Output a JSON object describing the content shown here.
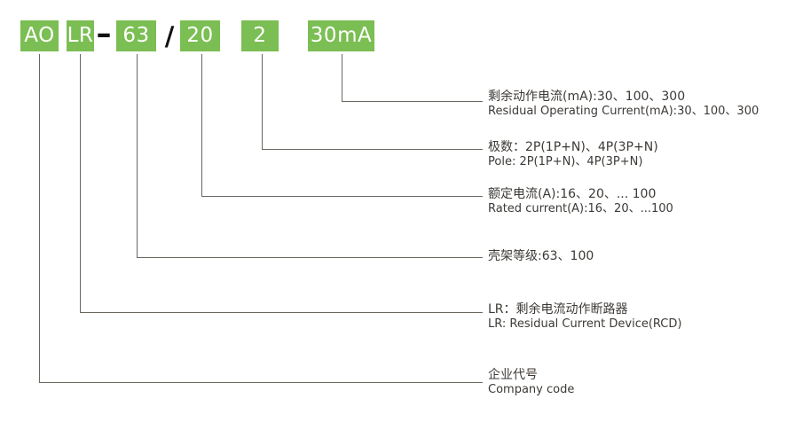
{
  "colors": {
    "box_green": "#7bbe53",
    "box_text": "#ffffff",
    "separator_black": "#111111",
    "line_gray": "#6b6660",
    "text_gray": "#3d3a36"
  },
  "model_code": {
    "segments": [
      {
        "id": "company-code",
        "text": "AO"
      },
      {
        "id": "series",
        "text": "LR"
      },
      {
        "id": "frame-rating",
        "text": "63"
      },
      {
        "id": "rated-current",
        "text": "20"
      },
      {
        "id": "poles",
        "text": "2"
      },
      {
        "id": "residual-operating-current",
        "text": "30mA"
      }
    ],
    "separators": [
      {
        "id": "dash",
        "text": "–"
      },
      {
        "id": "slash",
        "text": "/"
      }
    ]
  },
  "legend": [
    {
      "cn": "剩余动作电流(mA):30、100、300",
      "en": "Residual Operating Current(mA):30、100、300"
    },
    {
      "cn": "极数：2P(1P+N)、4P(3P+N)",
      "en": "Pole: 2P(1P+N)、4P(3P+N)"
    },
    {
      "cn": "额定电流(A):16、20、... 100",
      "en": "Rated current(A):16、20、...100"
    },
    {
      "cn": "壳架等级:63、100",
      "en": ""
    },
    {
      "cn": "LR：剩余电流动作断路器",
      "en": "LR: Residual Current Device(RCD)"
    },
    {
      "cn": "企业代号",
      "en": "Company code"
    }
  ]
}
